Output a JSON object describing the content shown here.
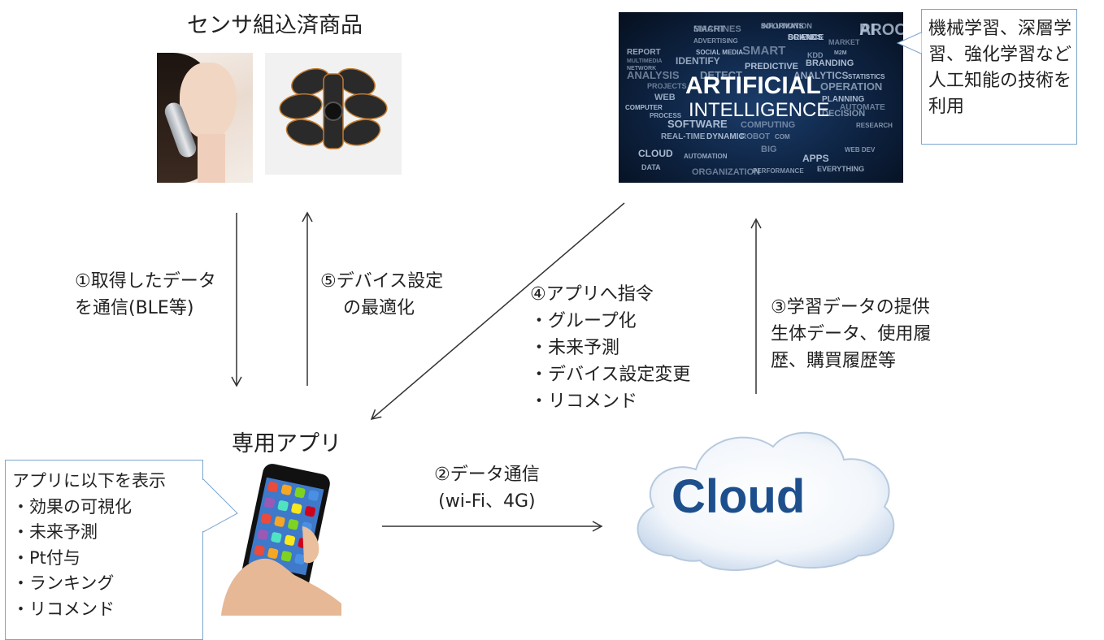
{
  "sensor_products": {
    "title": "センサ組込済商品"
  },
  "ai_image": {
    "headline_1": "ARTIFICIAL",
    "headline_2": "INTELLIGENCE",
    "words": [
      "MACHINES",
      "INFORMATION",
      "AI",
      "SCIENCE",
      "MARKET",
      "ADVERTISING",
      "REPORT",
      "SOCIAL MEDIA",
      "SMART",
      "KDD",
      "M2M",
      "BRANDING",
      "MULTIMEDIA",
      "NETWORK",
      "IDENTIFY",
      "PREDICTIVE",
      "ANALYSIS",
      "DETECT",
      "ANALYTICS",
      "STATISTICS",
      "PROJECTS",
      "OPERATION",
      "WEB",
      "PLANNING",
      "AUTOMATE",
      "DECISION",
      "PROCESS",
      "SOFTWARE",
      "COMPUTING",
      "RESEARCH",
      "REAL-TIME",
      "DYNAMIC",
      "ROBOT",
      "COM",
      "DATA",
      "CLOUD",
      "BIG",
      "WEB DEV",
      "AUTOMATION",
      "APPS",
      "ORGANIZATION",
      "PERFORMANCE",
      "EVERYTHING",
      "COMPUTER",
      "SMART",
      "SOLUTIONS",
      "PROCESSING",
      "BRANDS"
    ]
  },
  "ai_callout": {
    "lines": [
      "機械学習、深層学",
      "習、強化学習など",
      "人工知能の技術を",
      "利用"
    ]
  },
  "flow_labels": {
    "step1": [
      "①取得したデータ",
      "を通信(BLE等)"
    ],
    "step5": [
      "⑤デバイス設定",
      "の最適化"
    ],
    "step4": [
      "④アプリへ指令",
      "・グループ化",
      "・未来予測",
      "・デバイス設定変更",
      "・リコメンド"
    ],
    "step3": [
      "③学習データの提供",
      "生体データ、使用履",
      "歴、購買履歴等"
    ],
    "step2": [
      "②データ通信",
      "(wi-Fi、4G)"
    ]
  },
  "app": {
    "title": "専用アプリ"
  },
  "app_callout": {
    "lines": [
      "アプリに以下を表示",
      "・効果の可視化",
      "・未来予測",
      "・Pt付与",
      "・ランキング",
      "・リコメンド"
    ]
  },
  "cloud": {
    "label": "Cloud"
  },
  "colors": {
    "callout_border": "#7aa6cf",
    "arrow": "#333333",
    "cloud_text": "#1d4f8c",
    "ai_background": "#0d2240"
  }
}
